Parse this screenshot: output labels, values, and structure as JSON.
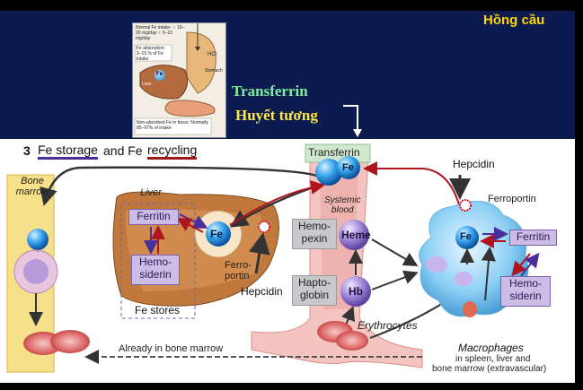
{
  "header": {
    "corner_title": "Hồng cầu",
    "transferrin_label": "Transferrin",
    "plasma_label": "Huyết tương"
  },
  "inset": {
    "intake_text": "Normal Fe intake: ♀ 10–20 mg/day ♂ 5–10 mg/day",
    "absorption_text": "Fe absorption: 3–15 % of Fe intake",
    "hcl_label": "HCl",
    "stomach_label": "Stomach",
    "liver_label": "Liver",
    "fe_label": "Fe",
    "feces_text": "Non-absorbed Fe in feces: Normally 85–97% of intake"
  },
  "section": {
    "number": "3",
    "title_part1": "Fe storage",
    "title_and": "and Fe",
    "title_part2": "recycling"
  },
  "labels": {
    "bone_marrow": "Bone marrow",
    "liver": "Liver",
    "ferritin": "Ferritin",
    "hemosiderin_line1": "Hemo-",
    "hemosiderin_line2": "siderin",
    "fe_stores": "Fe stores",
    "fe": "Fe",
    "ferroportin_line1": "Ferro-",
    "ferroportin_line2": "portin",
    "hepcidin": "Hepcidin",
    "transferrin": "Transferrin",
    "systemic_blood_line1": "Systemic",
    "systemic_blood_line2": "blood",
    "hemopexin_line1": "Hemo-",
    "hemopexin_line2": "pexin",
    "heme": "Heme",
    "haptoglobin_line1": "Hapto-",
    "haptoglobin_line2": "globin",
    "hb": "Hb",
    "erythrocytes": "Erythrocytes",
    "already_in_bone_marrow": "Already in bone marrow",
    "hepcidin_right": "Hepcidin",
    "ferroportin_right": "Ferroportin",
    "ferritin_right": "Ferritin",
    "hemosiderin_right_line1": "Hemo-",
    "hemosiderin_right_line2": "siderin",
    "macrophages": "Macrophages",
    "macrophages_sub1": "in spleen, liver and",
    "macrophages_sub2": "bone marrow (extravascular)"
  },
  "colors": {
    "band": "#0b1a4f",
    "corner_title": "#ffd400",
    "transferrin_green": "#7ef0a0",
    "plasma_yellow": "#ffe84a",
    "storage_underline": "#4a2f9a",
    "recycling_underline": "#a01818",
    "red_arrow": "#b0141e",
    "purple_arrow": "#4a2f9a"
  }
}
